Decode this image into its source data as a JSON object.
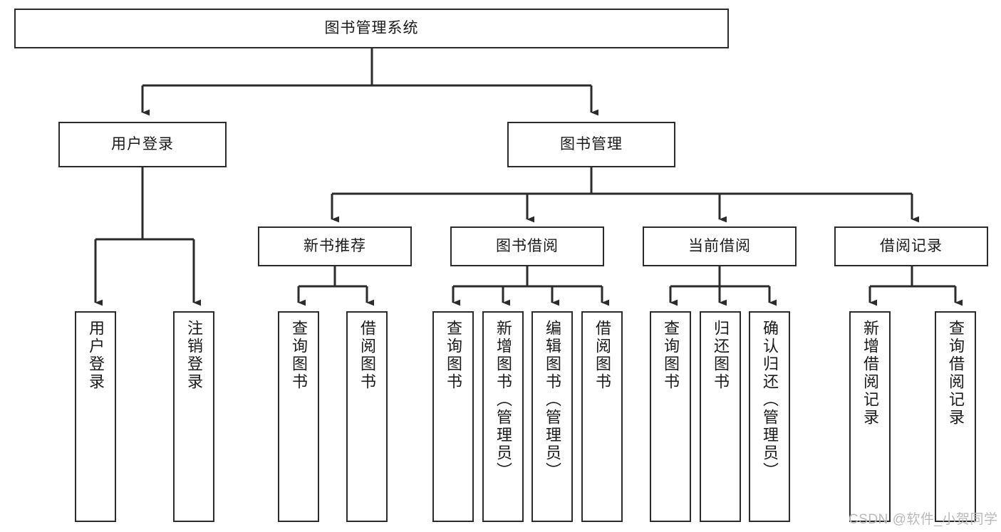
{
  "diagram": {
    "title": "图书管理系统",
    "watermark": "CSDN @软件_小贺同学",
    "theme": {
      "stroke": "#2b2b2b",
      "fill": "#ffffff",
      "text": "#1a1a1a",
      "watermark_color": "#b9b9b9"
    },
    "nodes": {
      "root": {
        "label": "图书管理系统"
      },
      "level1": [
        {
          "id": "user-login",
          "label": "用户登录"
        },
        {
          "id": "book-manage",
          "label": "图书管理"
        }
      ],
      "level2": [
        {
          "id": "new-book-recommend",
          "label": "新书推荐"
        },
        {
          "id": "book-borrow",
          "label": "图书借阅"
        },
        {
          "id": "current-borrow",
          "label": "当前借阅"
        },
        {
          "id": "borrow-record",
          "label": "借阅记录"
        }
      ],
      "leaves": {
        "user-login": [
          {
            "id": "leaf-user-login",
            "label": "用户登录"
          },
          {
            "id": "leaf-logout-login",
            "label": "注销登录"
          }
        ],
        "new-book-recommend": [
          {
            "id": "leaf-query-book-1",
            "label": "查询图书"
          },
          {
            "id": "leaf-borrow-book-1",
            "label": "借阅图书"
          }
        ],
        "book-borrow": [
          {
            "id": "leaf-query-book-2",
            "label": "查询图书"
          },
          {
            "id": "leaf-add-book",
            "label": "新增图书（管理员）"
          },
          {
            "id": "leaf-edit-book",
            "label": "编辑图书（管理员）"
          },
          {
            "id": "leaf-borrow-book-2",
            "label": "借阅图书"
          }
        ],
        "current-borrow": [
          {
            "id": "leaf-query-book-3",
            "label": "查询图书"
          },
          {
            "id": "leaf-return-book",
            "label": "归还图书"
          },
          {
            "id": "leaf-confirm-return",
            "label": "确认归还（管理员）"
          }
        ],
        "borrow-record": [
          {
            "id": "leaf-add-record",
            "label": "新增借阅记录"
          },
          {
            "id": "leaf-query-record",
            "label": "查询借阅记录"
          }
        ]
      }
    }
  }
}
